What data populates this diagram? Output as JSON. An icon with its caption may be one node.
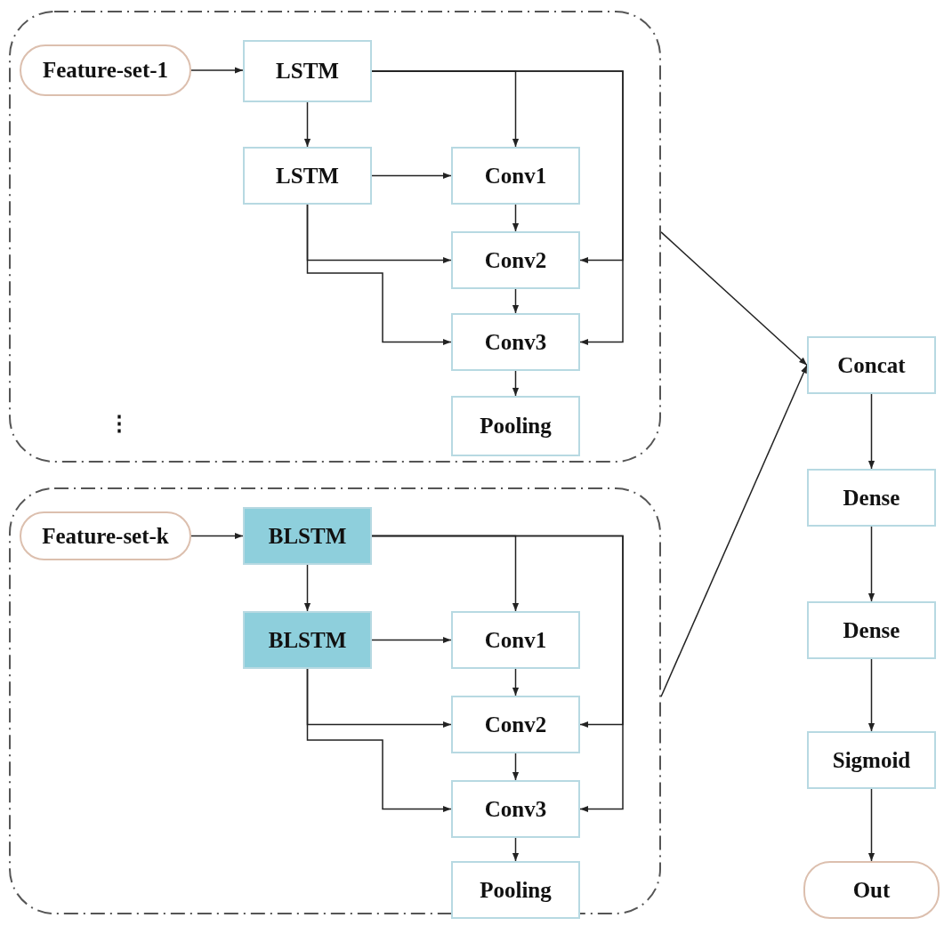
{
  "diagram": {
    "nodes": [
      {
        "text": [],
        "shape": "box"
      },
      {
        "text": [
          "Feature-set-1"
        ],
        "in": 0
      },
      {
        "text": [
          "LSTM"
        ],
        "in": 0
      },
      {
        "text": [
          "LSTM"
        ],
        "in": 0
      },
      {
        "text": [
          "Conv1"
        ],
        "in": 0
      },
      {
        "text": [
          "Conv2"
        ],
        "in": 0
      },
      {
        "text": [
          "Conv3"
        ],
        "in": 0
      },
      {
        "text": [
          "Pooling"
        ],
        "in": 0
      },
      {
        "text": [],
        "shape": "box"
      },
      {
        "text": [
          "Feature-set-k"
        ],
        "in": 8
      },
      {
        "text": [
          "BLSTM"
        ],
        "in": 8
      },
      {
        "text": [
          "BLSTM"
        ],
        "in": 8
      },
      {
        "text": [
          "Conv1"
        ],
        "in": 8
      },
      {
        "text": [
          "Conv2"
        ],
        "in": 8
      },
      {
        "text": [
          "Conv3"
        ],
        "in": 8
      },
      {
        "text": [
          "Pooling"
        ],
        "in": 8
      },
      {
        "text": [
          "Concat"
        ]
      },
      {
        "text": [
          "Dense"
        ]
      },
      {
        "text": [
          "Dense"
        ]
      },
      {
        "text": [
          "Sigmoid"
        ]
      },
      {
        "text": [
          "Out"
        ]
      }
    ],
    "edges": [
      {
        "from": 1,
        "to": 2,
        "arrow": "to"
      },
      {
        "from": 2,
        "to": 3,
        "arrow": "to"
      },
      {
        "from": 2,
        "to": 4,
        "arrow": "to"
      },
      {
        "from": 2,
        "to": 5,
        "arrow": "to"
      },
      {
        "from": 2,
        "to": 6,
        "arrow": "to"
      },
      {
        "from": 3,
        "to": 4,
        "arrow": "to"
      },
      {
        "from": 3,
        "to": 5,
        "arrow": "to"
      },
      {
        "from": 3,
        "to": 6,
        "arrow": "to"
      },
      {
        "from": 4,
        "to": 5,
        "arrow": "to"
      },
      {
        "from": 5,
        "to": 6,
        "arrow": "to"
      },
      {
        "from": 6,
        "to": 7,
        "arrow": "to"
      },
      {
        "from": 9,
        "to": 10,
        "arrow": "to"
      },
      {
        "from": 10,
        "to": 11,
        "arrow": "to"
      },
      {
        "from": 10,
        "to": 12,
        "arrow": "to"
      },
      {
        "from": 10,
        "to": 13,
        "arrow": "to"
      },
      {
        "from": 10,
        "to": 14,
        "arrow": "to"
      },
      {
        "from": 11,
        "to": 12,
        "arrow": "to"
      },
      {
        "from": 11,
        "to": 13,
        "arrow": "to"
      },
      {
        "from": 11,
        "to": 14,
        "arrow": "to"
      },
      {
        "from": 12,
        "to": 13,
        "arrow": "to"
      },
      {
        "from": 13,
        "to": 14,
        "arrow": "to"
      },
      {
        "from": 14,
        "to": 15,
        "arrow": "to"
      },
      {
        "from": 0,
        "to": 16,
        "arrow": "to"
      },
      {
        "from": 8,
        "to": 16,
        "arrow": "to"
      },
      {
        "from": 16,
        "to": 17,
        "arrow": "to"
      },
      {
        "from": 17,
        "to": 18,
        "arrow": "to"
      },
      {
        "from": 18,
        "to": 19,
        "arrow": "to"
      },
      {
        "from": 19,
        "to": 20,
        "arrow": "to"
      }
    ],
    "labels": [
      "⋮"
    ]
  }
}
